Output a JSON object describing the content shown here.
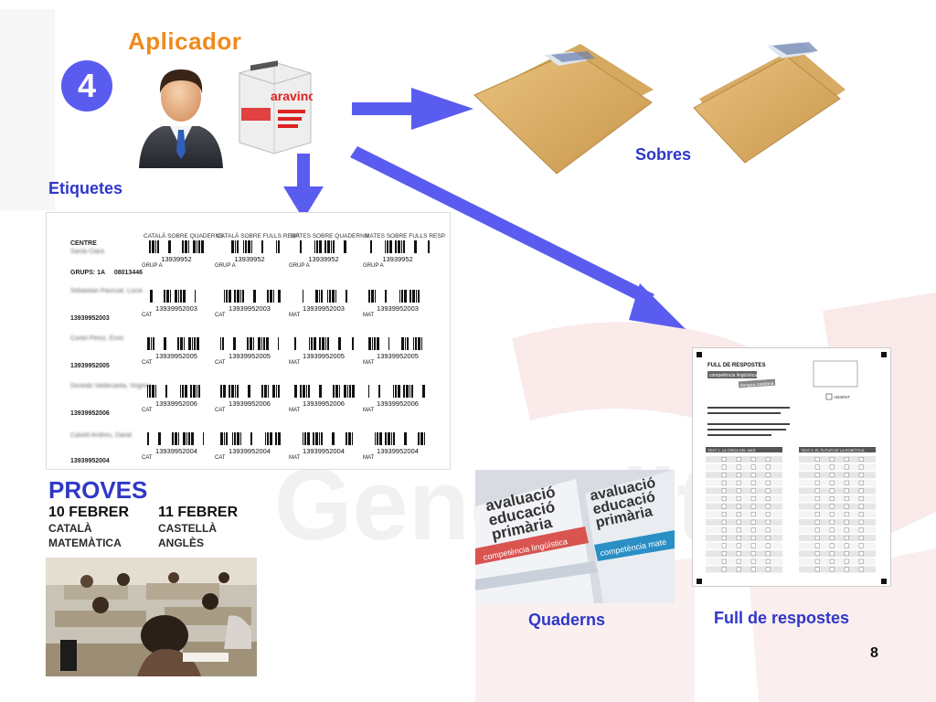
{
  "step_number": "4",
  "title": "Aplicador",
  "box_brand": "aravinc",
  "labels": {
    "etiquetes": "Etiquetes",
    "sobres": "Sobres",
    "quaderns": "Quaderns",
    "full_respostes": "Full de respostes"
  },
  "label_sheet": {
    "column_headers": [
      "CATALÀ SOBRE QUADERNS",
      "CATALÀ SOBRE FULLS RESP.",
      "MATES SOBRE QUADERNS",
      "MATES SOBRE FULLS RESP."
    ],
    "centre_label": "CENTRE",
    "grups_label": "GRUPS: 1A",
    "grups_code": "08013446",
    "header_row": {
      "number": "13939952",
      "group": "GRUP A"
    },
    "rows": [
      {
        "id": "13939952003",
        "number": "13939952003",
        "prefixes": [
          "CAT",
          "CAT",
          "MAT",
          "MAT"
        ]
      },
      {
        "id": "13939952005",
        "number": "13939952005",
        "prefixes": [
          "CAT",
          "CAT",
          "MAT",
          "MAT"
        ]
      },
      {
        "id": "13939952006",
        "number": "13939952006",
        "prefixes": [
          "CAT",
          "CAT",
          "MAT",
          "MAT"
        ]
      },
      {
        "id": "13939952004",
        "number": "13939952004",
        "prefixes": [
          "CAT",
          "CAT",
          "MAT",
          "MAT"
        ]
      }
    ]
  },
  "proves": {
    "title": "PROVES",
    "days": [
      {
        "date": "10 FEBRER",
        "subjects": [
          "CATALÀ",
          "MATEMÀTICA"
        ]
      },
      {
        "date": "11 FEBRER",
        "subjects": [
          "CASTELLÀ",
          "ANGLÈS"
        ]
      }
    ]
  },
  "notebook_text": {
    "line1": "avaluació",
    "line2": "educació",
    "line3": "primària",
    "band1": "competència lingüística",
    "band2": "competència mate"
  },
  "answer_sheet": {
    "title": "FULL DE RESPOSTES",
    "tag1": "competència lingüística",
    "tag2": "llengua catalana",
    "absent": "ABSENT",
    "col1_head": "TEXT 1: LA CRIDA DEL MAR",
    "col2_head": "TEXT 2: EL FUTUR DE LA ROBÒTICA"
  },
  "page_number": "8",
  "colors": {
    "accent_blue": "#2f37c8",
    "arrow_blue": "#5a5cf0",
    "title_orange": "#f08a1c"
  }
}
